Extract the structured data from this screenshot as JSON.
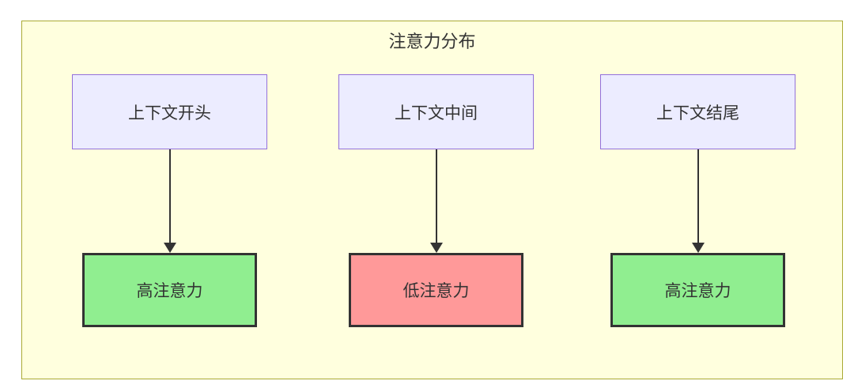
{
  "diagram": {
    "title": "注意力分布",
    "columns": [
      {
        "source": "上下文开头",
        "target": "高注意力",
        "level": "high"
      },
      {
        "source": "上下文中间",
        "target": "低注意力",
        "level": "low"
      },
      {
        "source": "上下文结尾",
        "target": "高注意力",
        "level": "high"
      }
    ]
  },
  "colors": {
    "cluster_fill": "#ffffde",
    "cluster_border": "#aaaa33",
    "source_fill": "#ececff",
    "source_border": "#9370db",
    "high_fill": "#90ee90",
    "low_fill": "#ff9999",
    "target_border": "#333333",
    "arrow": "#333333",
    "text": "#333333"
  }
}
